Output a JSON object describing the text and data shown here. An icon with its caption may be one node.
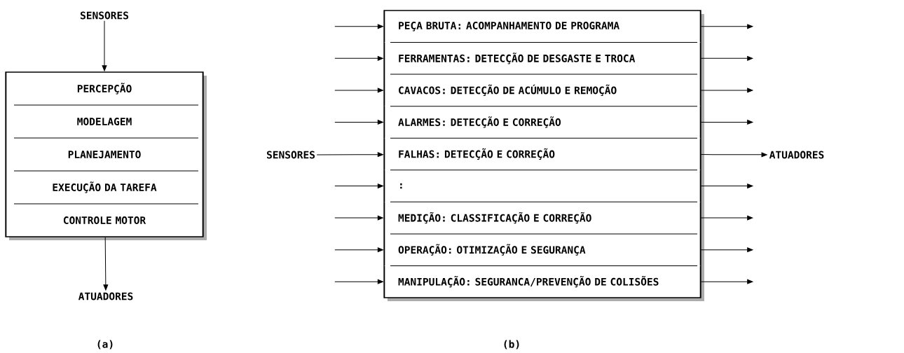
{
  "diagram": {
    "nodes": [
      {
        "text": [
          "SENSORES"
        ]
      },
      {
        "text": [],
        "shape": "box"
      },
      {
        "text": [
          "PERCEPÇÃO"
        ],
        "in": 1
      },
      {
        "text": [
          "MODELAGEM"
        ],
        "in": 1
      },
      {
        "text": [
          "PLANEJAMENTO"
        ],
        "in": 1
      },
      {
        "text": [
          "EXECUÇÃO DA TAREFA"
        ],
        "in": 1
      },
      {
        "text": [
          "CONTROLE MOTOR"
        ],
        "in": 1
      },
      {
        "text": [
          "ATUADORES"
        ]
      },
      {
        "text": [
          "SENSORES"
        ]
      },
      {
        "text": [],
        "shape": "box"
      },
      {
        "text": [
          "PEÇA BRUTA: ACOMPANHAMENTO DE PROGRAMA"
        ],
        "in": 9
      },
      {
        "text": [
          "FERRAMENTAS: DETECÇÃO DE DESGASTE E TROCA"
        ],
        "in": 9
      },
      {
        "text": [
          "CAVACOS: DETECÇÃO DE ACÚMULO E REMOÇÃO"
        ],
        "in": 9
      },
      {
        "text": [
          "ALARMES: DETECÇÃO E CORREÇÃO"
        ],
        "in": 9
      },
      {
        "text": [
          "FALHAS: DETECÇÃO E CORREÇÃO"
        ],
        "in": 9
      },
      {
        "text": [
          ":"
        ],
        "in": 9
      },
      {
        "text": [
          "MEDIÇÃO: CLASSIFICAÇÃO E CORREÇÃO"
        ],
        "in": 9
      },
      {
        "text": [
          "OPERAÇÃO: OTIMIZAÇÃO E SEGURANÇA"
        ],
        "in": 9
      },
      {
        "text": [
          "MANIPULAÇÃO: SEGURANCA/PREVENÇÃO DE COLISÕES"
        ],
        "in": 9
      },
      {
        "text": [
          "ATUADORES"
        ]
      }
    ],
    "edges": [
      {
        "from": 0,
        "to": 1,
        "arrow": "to"
      },
      {
        "from": 1,
        "to": 7,
        "arrow": "to"
      },
      {
        "from": null,
        "to": 10,
        "arrow": "to"
      },
      {
        "from": null,
        "to": 11,
        "arrow": "to"
      },
      {
        "from": null,
        "to": 12,
        "arrow": "to"
      },
      {
        "from": null,
        "to": 13,
        "arrow": "to"
      },
      {
        "from": 8,
        "to": 14,
        "arrow": "to"
      },
      {
        "from": null,
        "to": 15,
        "arrow": "to"
      },
      {
        "from": null,
        "to": 16,
        "arrow": "to"
      },
      {
        "from": null,
        "to": 17,
        "arrow": "to"
      },
      {
        "from": null,
        "to": 18,
        "arrow": "to"
      },
      {
        "from": 10,
        "to": null,
        "arrow": "to"
      },
      {
        "from": 11,
        "to": null,
        "arrow": "to"
      },
      {
        "from": 12,
        "to": null,
        "arrow": "to"
      },
      {
        "from": 13,
        "to": null,
        "arrow": "to"
      },
      {
        "from": 14,
        "to": 19,
        "arrow": "to"
      },
      {
        "from": 15,
        "to": null,
        "arrow": "to"
      },
      {
        "from": 16,
        "to": null,
        "arrow": "to"
      },
      {
        "from": 17,
        "to": null,
        "arrow": "to"
      },
      {
        "from": 18,
        "to": null,
        "arrow": "to"
      }
    ],
    "labels": [
      "(a)",
      "(b)"
    ]
  }
}
